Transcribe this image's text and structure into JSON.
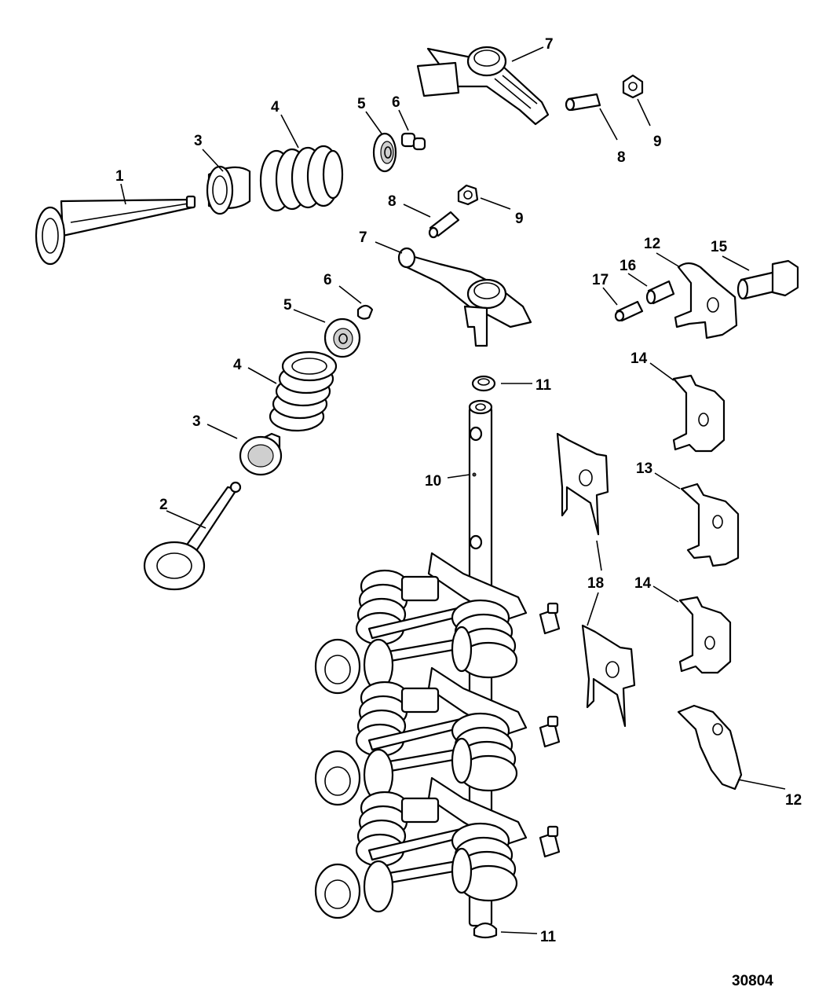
{
  "figure_number": "30804",
  "callouts": {
    "c1": "1",
    "c2": "2",
    "c3a": "3",
    "c3b": "3",
    "c4a": "4",
    "c4b": "4",
    "c5a": "5",
    "c5b": "5",
    "c6a": "6",
    "c6b": "6",
    "c7a": "7",
    "c7b": "7",
    "c8a": "8",
    "c8b": "8",
    "c9a": "9",
    "c9b": "9",
    "c10": "10",
    "c11a": "11",
    "c11b": "11",
    "c12a": "12",
    "c12b": "12",
    "c13": "13",
    "c14a": "14",
    "c14b": "14",
    "c15": "15",
    "c16": "16",
    "c17": "17",
    "c18": "18"
  }
}
